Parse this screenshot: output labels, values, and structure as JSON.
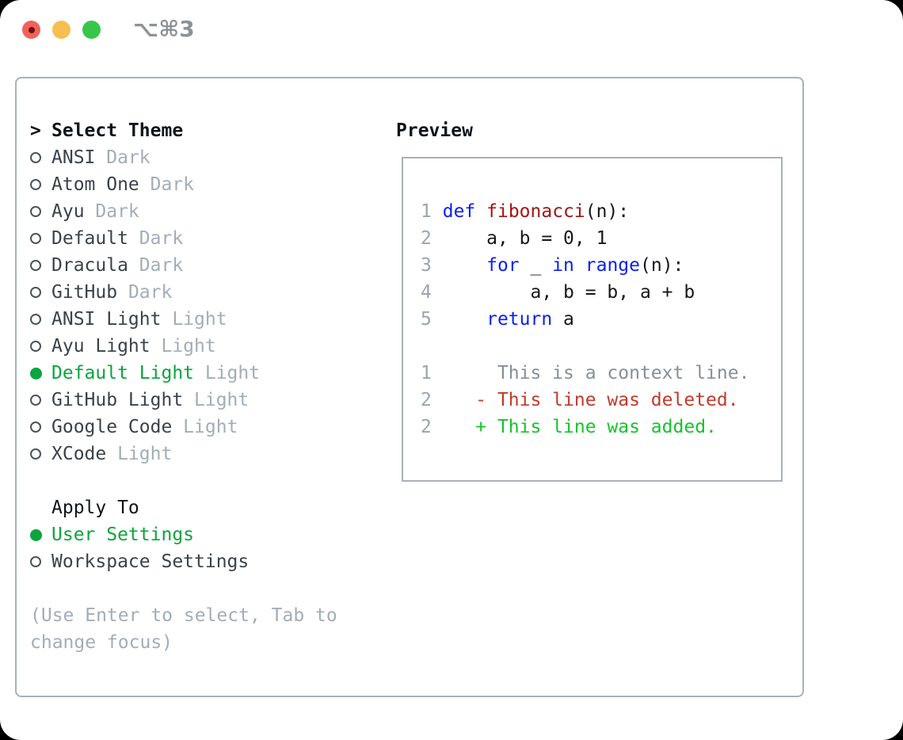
{
  "window": {
    "title": "⌥⌘3"
  },
  "colors": {
    "accent_green": "#0aa53c",
    "diff_added": "#17c32b",
    "diff_deleted": "#c23a2b",
    "keyword_blue": "#0a1ff2",
    "function_red": "#a31515",
    "panel_border": "#a9b1bb",
    "light_close": "#f2615b",
    "light_minimize": "#f7bf4f",
    "light_maximize": "#37c648"
  },
  "theme_selector": {
    "header_prefix": ">",
    "header": "Select Theme",
    "items": [
      {
        "name": "ANSI",
        "variant": "Dark",
        "selected": false
      },
      {
        "name": "Atom One",
        "variant": "Dark",
        "selected": false
      },
      {
        "name": "Ayu",
        "variant": "Dark",
        "selected": false
      },
      {
        "name": "Default",
        "variant": "Dark",
        "selected": false
      },
      {
        "name": "Dracula",
        "variant": "Dark",
        "selected": false
      },
      {
        "name": "GitHub",
        "variant": "Dark",
        "selected": false
      },
      {
        "name": "ANSI Light",
        "variant": "Light",
        "selected": false
      },
      {
        "name": "Ayu Light",
        "variant": "Light",
        "selected": false
      },
      {
        "name": "Default Light",
        "variant": "Light",
        "selected": true
      },
      {
        "name": "GitHub Light",
        "variant": "Light",
        "selected": false
      },
      {
        "name": "Google Code",
        "variant": "Light",
        "selected": false
      },
      {
        "name": "XCode",
        "variant": "Light",
        "selected": false
      }
    ]
  },
  "apply_to": {
    "header": "Apply To",
    "items": [
      {
        "name": "User Settings",
        "selected": true
      },
      {
        "name": "Workspace Settings",
        "selected": false
      }
    ]
  },
  "hint_lines": [
    "(Use Enter to select, Tab to",
    "change focus)"
  ],
  "preview": {
    "header": "Preview",
    "lines": [
      {
        "num": "1",
        "tokens": [
          {
            "t": " ",
            "c": "plain"
          },
          {
            "t": "def",
            "c": "kw"
          },
          {
            "t": " ",
            "c": "plain"
          },
          {
            "t": "fibonacci",
            "c": "fn"
          },
          {
            "t": "(n):",
            "c": "plain"
          }
        ]
      },
      {
        "num": "2",
        "tokens": [
          {
            "t": "     a, b = 0, 1",
            "c": "plain"
          }
        ]
      },
      {
        "num": "3",
        "tokens": [
          {
            "t": "     ",
            "c": "plain"
          },
          {
            "t": "for",
            "c": "kw"
          },
          {
            "t": " _ ",
            "c": "plain"
          },
          {
            "t": "in",
            "c": "kw"
          },
          {
            "t": " ",
            "c": "plain"
          },
          {
            "t": "range",
            "c": "kw"
          },
          {
            "t": "(n):",
            "c": "plain"
          }
        ]
      },
      {
        "num": "4",
        "tokens": [
          {
            "t": "         a, b = b, a + b",
            "c": "plain"
          }
        ]
      },
      {
        "num": "5",
        "tokens": [
          {
            "t": "     ",
            "c": "plain"
          },
          {
            "t": "return",
            "c": "kw"
          },
          {
            "t": " a",
            "c": "plain"
          }
        ]
      },
      {
        "num": "",
        "tokens": []
      },
      {
        "num": "1",
        "tokens": [
          {
            "t": "      This is a context line.",
            "c": "ctx"
          }
        ]
      },
      {
        "num": "2",
        "tokens": [
          {
            "t": "    - This line was deleted.",
            "c": "del"
          }
        ]
      },
      {
        "num": "2",
        "tokens": [
          {
            "t": "    + This line was added.",
            "c": "add"
          }
        ]
      }
    ]
  }
}
